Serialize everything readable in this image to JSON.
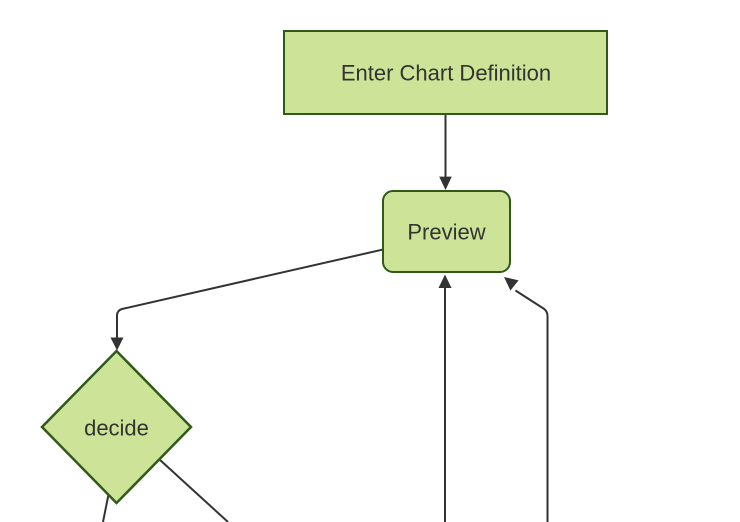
{
  "diagram": {
    "kind": "flowchart",
    "background_color": "#ffffff",
    "node_fill_color": "#cde498",
    "node_border_color": "#2f5a17",
    "edge_color": "#333333",
    "label_color": "#333333",
    "nodes": [
      {
        "id": "enter-chart-definition",
        "shape": "rectangle",
        "label": "Enter Chart Definition"
      },
      {
        "id": "preview",
        "shape": "rounded-rectangle",
        "label": "Preview"
      },
      {
        "id": "decide",
        "shape": "diamond",
        "label": "decide"
      }
    ],
    "edges": [
      {
        "from": "enter-chart-definition",
        "to": "preview",
        "arrowhead": "into preview top"
      },
      {
        "from": "preview",
        "to": "decide",
        "arrowhead": "into decide top"
      },
      {
        "from": "offscreen-bottom",
        "to": "preview",
        "arrowhead": "into preview bottom"
      },
      {
        "from": "offscreen-bottom-right",
        "to": "preview",
        "arrowhead": "into preview bottom-right corner"
      },
      {
        "from": "decide",
        "to": "offscreen-bottom-left",
        "arrowhead": "none visible"
      },
      {
        "from": "decide",
        "to": "offscreen-bottom-right",
        "arrowhead": "none visible"
      }
    ]
  }
}
